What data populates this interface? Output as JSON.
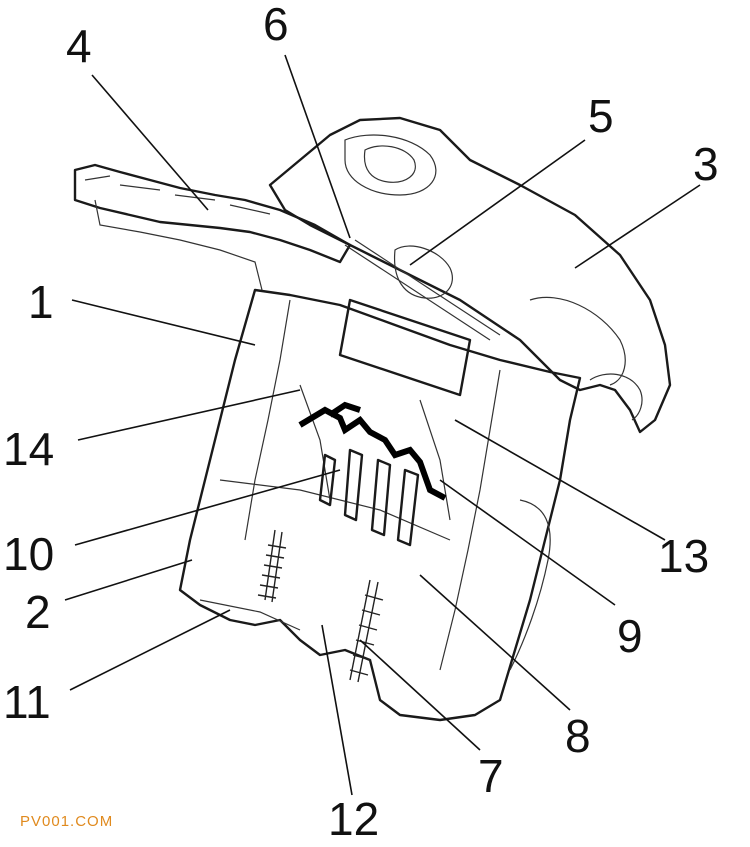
{
  "diagram": {
    "labels": [
      {
        "id": "1",
        "text": "1"
      },
      {
        "id": "2",
        "text": "2"
      },
      {
        "id": "3",
        "text": "3"
      },
      {
        "id": "4",
        "text": "4"
      },
      {
        "id": "5",
        "text": "5"
      },
      {
        "id": "6",
        "text": "6"
      },
      {
        "id": "7",
        "text": "7"
      },
      {
        "id": "8",
        "text": "8"
      },
      {
        "id": "9",
        "text": "9"
      },
      {
        "id": "10",
        "text": "10"
      },
      {
        "id": "11",
        "text": "11"
      },
      {
        "id": "12",
        "text": "12"
      },
      {
        "id": "13",
        "text": "13"
      },
      {
        "id": "14",
        "text": "14"
      }
    ]
  },
  "watermark": {
    "text": "PV001.COM",
    "color": "#e08a1e"
  }
}
